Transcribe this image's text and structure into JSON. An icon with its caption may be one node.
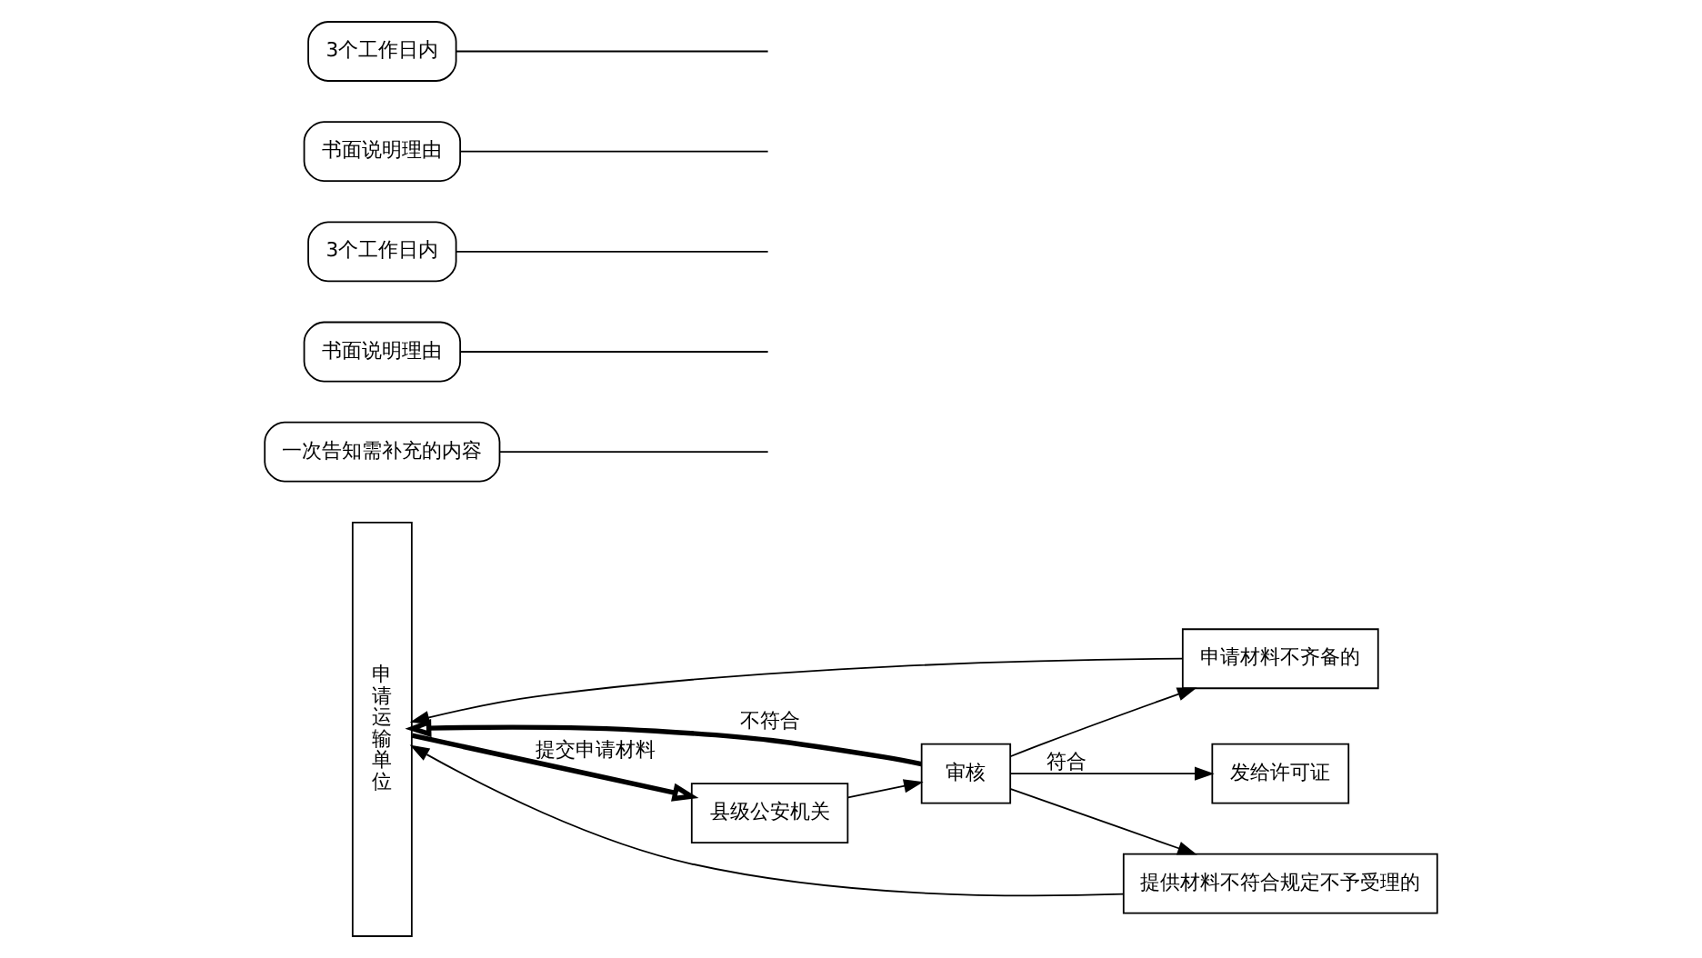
{
  "diagram": {
    "nodes": [
      {
        "text": [
          "申请运输单位"
        ]
      },
      {
        "text": [
          "县级公安机关"
        ]
      },
      {
        "text": [
          "审核"
        ]
      },
      {
        "text": [
          "发给许可证"
        ]
      },
      {
        "text": [
          "申请材料不齐备的"
        ]
      },
      {
        "text": [
          "提供材料不符合规定不予受理的"
        ]
      },
      {
        "text": [
          "一次告知需补充的内容"
        ]
      },
      {
        "text": [
          "书面说明理由"
        ]
      },
      {
        "text": [
          "3个工作日内"
        ]
      },
      {
        "text": [
          "书面说明理由"
        ]
      },
      {
        "text": [
          "3个工作日内"
        ]
      }
    ],
    "edges": [
      {
        "from": 0,
        "to": 1,
        "arrow": "to",
        "label": "提交申请材料",
        "style": "thick"
      },
      {
        "from": 1,
        "to": 2,
        "arrow": "to"
      },
      {
        "from": 2,
        "to": 4,
        "arrow": "to"
      },
      {
        "from": 4,
        "to": 0,
        "arrow": "to"
      },
      {
        "from": 2,
        "to": 5,
        "arrow": "to"
      },
      {
        "from": 5,
        "to": 0,
        "arrow": "to"
      },
      {
        "from": 2,
        "to": 3,
        "arrow": "to",
        "label": "符合"
      },
      {
        "from": 2,
        "to": 0,
        "arrow": "to",
        "label": "不符合",
        "style": "thick"
      },
      {
        "from": 6,
        "to": null,
        "arrow": "none"
      },
      {
        "from": 7,
        "to": null,
        "arrow": "none"
      },
      {
        "from": 8,
        "to": null,
        "arrow": "none"
      },
      {
        "from": 9,
        "to": null,
        "arrow": "none"
      },
      {
        "from": 10,
        "to": null,
        "arrow": "none"
      }
    ]
  }
}
